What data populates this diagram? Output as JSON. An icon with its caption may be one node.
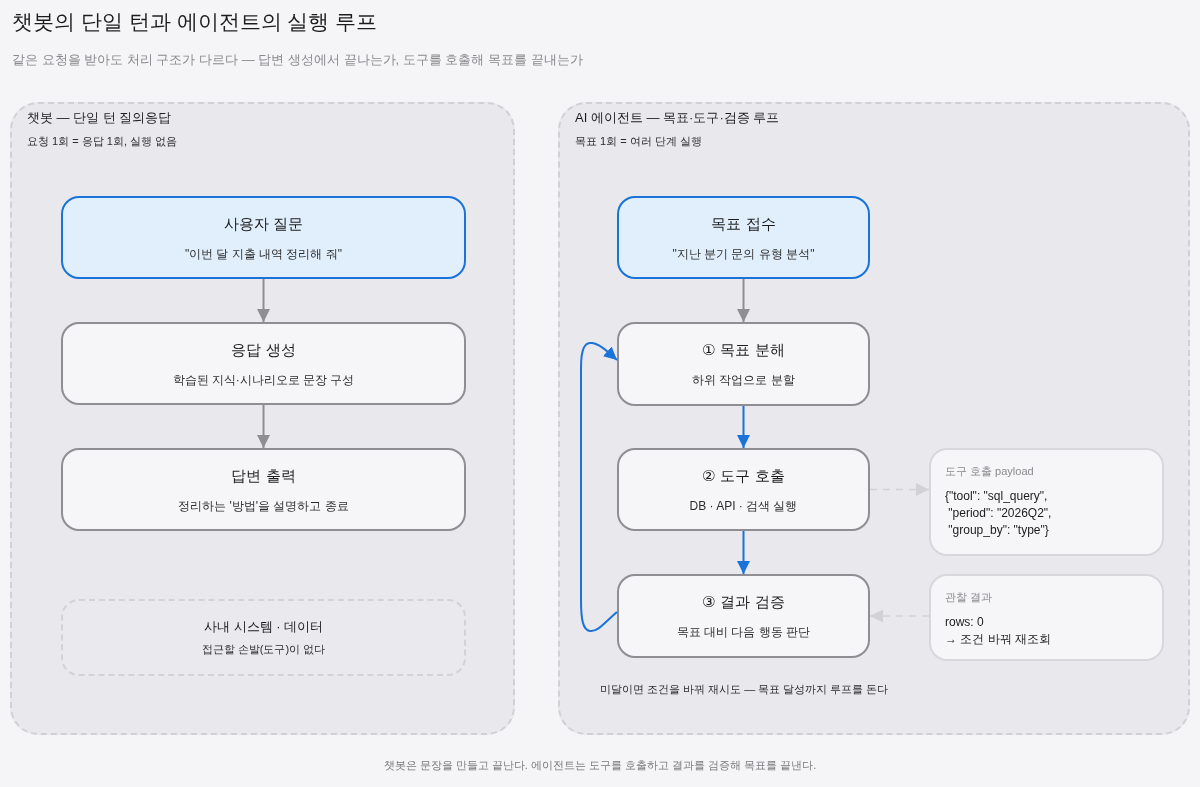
{
  "diagram": {
    "title": "챗봇의 단일 턴과 에이전트의 실행 루프",
    "caption": "챗봇은 문장을 만들고 끝난다. 에이전트는 도구를 호출하고 결과를 검증해 목표를 끝낸다.",
    "nodes": [
      {
        "text": [
          "챗봇 — 단일 턴 질의응답",
          "요청 1회 = 응답 1회, 실행 없음"
        ]
      },
      {
        "text": [
          "사용자 질문",
          "\"이번 달 지출 내역 정리해 줘\""
        ],
        "in": 0
      },
      {
        "text": [
          "응답 생성",
          "학습된 지식·시나리오로 문장 구성"
        ],
        "in": 0
      },
      {
        "text": [
          "답변 출력",
          "정리하는 '방법'을 설명하고 종료"
        ],
        "in": 0
      },
      {
        "text": [
          "사내 시스템 · 데이터",
          "접근할 손발(도구)이 없다"
        ],
        "in": 0
      },
      {
        "text": [
          "AI 에이전트 — 목표·도구·검증 루프",
          "목표 1회 = 여러 단계 실행",
          "미달이면 조건을 바꿔 재시도 — 목표 달성까지 루프를 돈다"
        ]
      },
      {
        "text": [
          "목표 접수",
          "\"지난 분기 문의 유형 분석\""
        ],
        "in": 5
      },
      {
        "text": [
          "① 목표 분해",
          "하위 작업으로 분할"
        ],
        "in": 5
      },
      {
        "text": [
          "② 도구 호출",
          "DB · API · 검색 실행"
        ],
        "in": 5
      },
      {
        "text": [
          "③ 결과 검증",
          "목표 대비 다음 행동 판단"
        ],
        "in": 5
      },
      {
        "text": [
          "도구 호출 payload",
          "{\"tool\": \"sql_query\", \"period\": \"2026Q2\", \"group_by\": \"type\"}"
        ],
        "in": 5
      },
      {
        "text": [
          "관찰 결과",
          "rows: 0 → 조건 바꿔 재조회"
        ],
        "in": 5
      }
    ],
    "edges": [
      {
        "from": 1,
        "to": 2,
        "arrow": "to"
      },
      {
        "from": 2,
        "to": 3,
        "arrow": "to"
      },
      {
        "from": 6,
        "to": 7,
        "arrow": "to"
      },
      {
        "from": 7,
        "to": 8,
        "arrow": "to",
        "color": "#1a73d9"
      },
      {
        "from": 8,
        "to": 9,
        "arrow": "to",
        "color": "#1a73d9"
      },
      {
        "from": 9,
        "to": 7,
        "arrow": "to",
        "color": "#1a73d9"
      },
      {
        "from": 8,
        "to": 10,
        "arrow": "to",
        "style": "dashed",
        "color": "#d2d2d6"
      },
      {
        "from": 11,
        "to": 9,
        "arrow": "to",
        "style": "dashed",
        "color": "#d2d2d6"
      }
    ],
    "labels": [
      "같은 요청을 받아도 처리 구조가 다르다 — 답변 생성에서 끝나는가, 도구를 호출해 목표를 끝내는가"
    ]
  }
}
